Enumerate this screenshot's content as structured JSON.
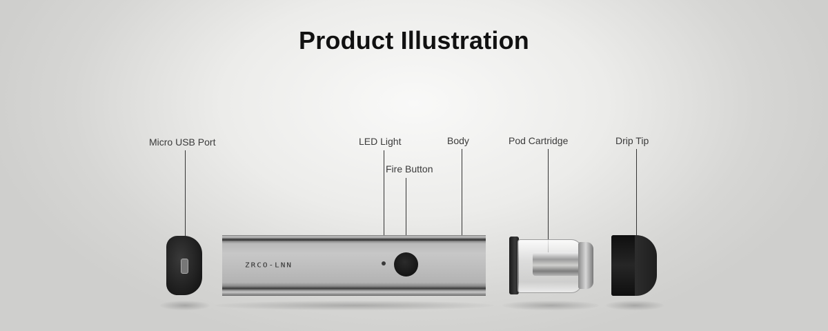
{
  "title": "Product Illustration",
  "labels": {
    "micro_usb_port": "Micro USB Port",
    "led_light": "LED Light",
    "fire_button": "Fire Button",
    "body": "Body",
    "pod_cartridge": "Pod Cartridge",
    "drip_tip": "Drip Tip"
  },
  "device": {
    "brand_text": "ZRCO-LNN"
  },
  "colors": {
    "background": "#e6e6e4",
    "text": "#111111",
    "device_black": "#1b1b1b",
    "body_metal": "#bdbdbd"
  }
}
